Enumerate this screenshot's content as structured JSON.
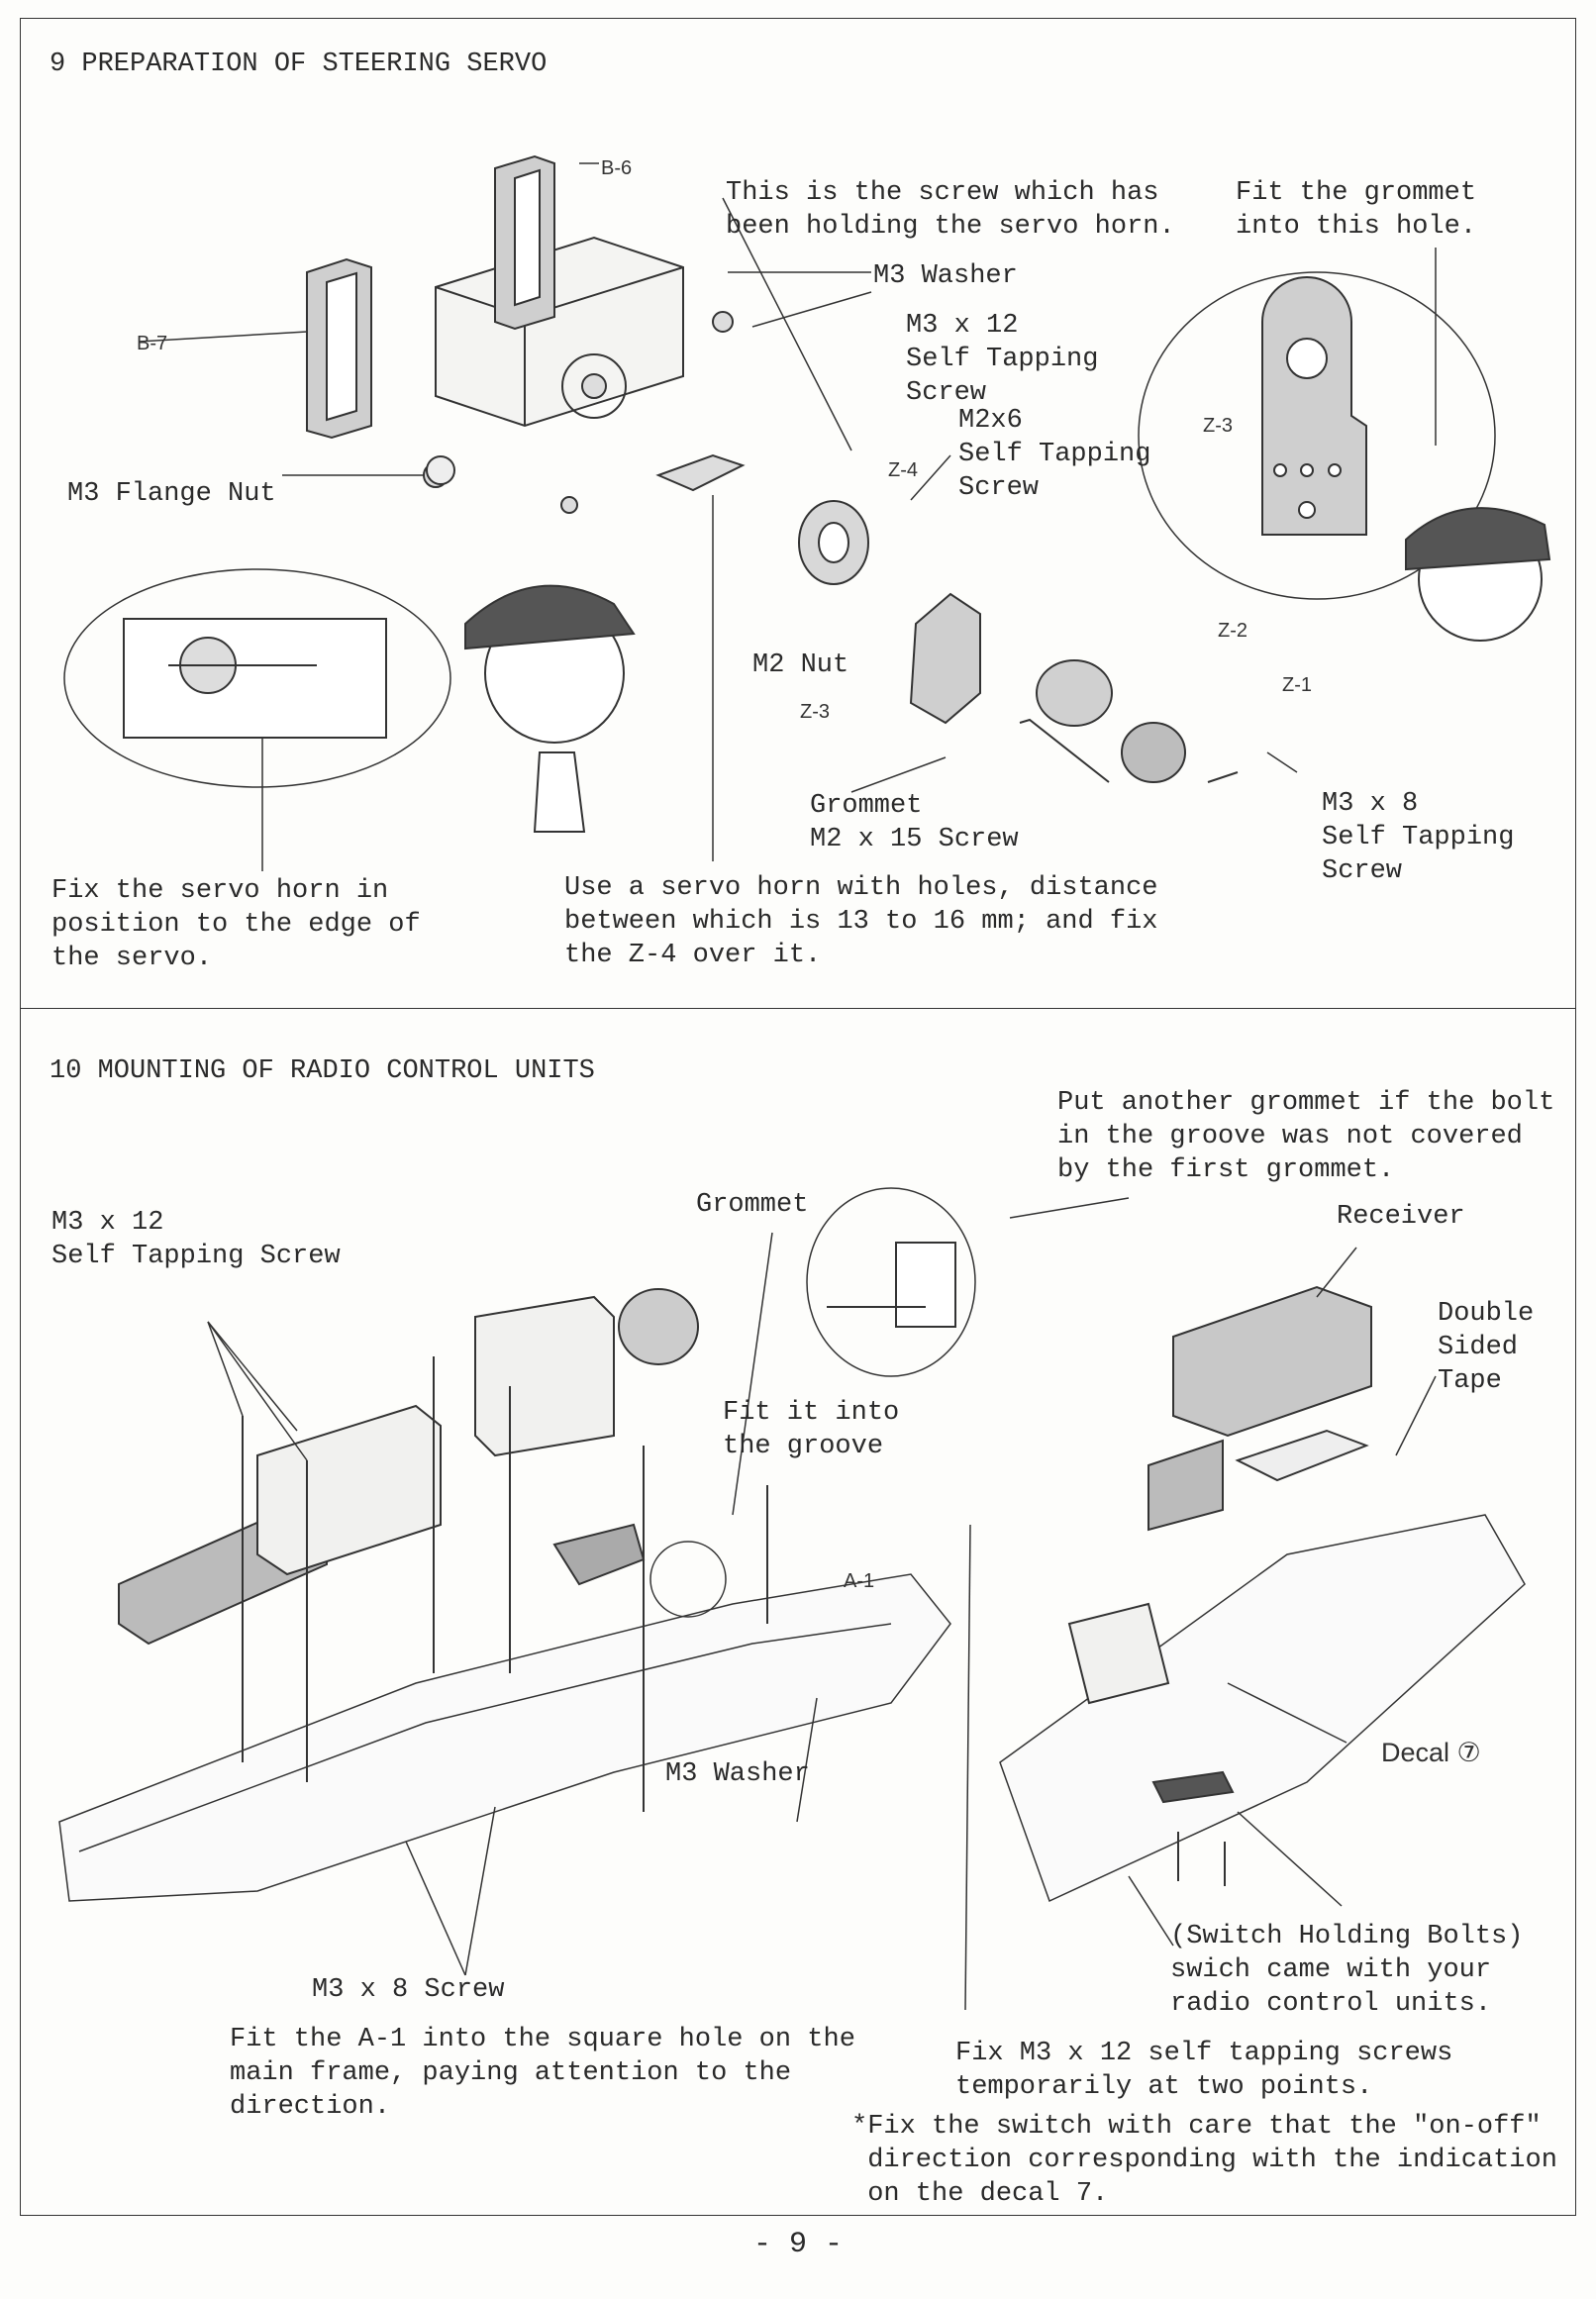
{
  "section9": {
    "title": "9 PREPARATION OF STEERING SERVO",
    "callout_screw": [
      "This is the screw which has",
      "been holding the servo horn."
    ],
    "callout_grommet_hole": [
      "Fit the grommet",
      "into this hole."
    ],
    "label_m3_washer": "M3 Washer",
    "label_m3x12": [
      "M3 x 12",
      "Self Tapping",
      "Screw"
    ],
    "label_m2x6": [
      "M2x6",
      "Self Tapping",
      "Screw"
    ],
    "label_m3_flange_nut": "M3 Flange Nut",
    "label_m2_nut": "M2 Nut",
    "label_grommet_m2x15": [
      "Grommet",
      "M2 x 15 Screw"
    ],
    "label_m3x8": [
      "M3 x 8",
      "Self Tapping",
      "Screw"
    ],
    "part_b6": "B-6",
    "part_b7": "B-7",
    "part_z4": "Z-4",
    "part_z3": "Z-3",
    "part_z3_zoom": "Z-3",
    "part_z2": "Z-2",
    "part_z1": "Z-1",
    "note_horn_edge": [
      "Fix the servo horn in",
      "position to the edge of",
      "the servo."
    ],
    "note_horn_holes": [
      "Use a servo horn with holes, distance",
      "between which is 13 to 16 mm; and fix",
      "the Z-4 over it."
    ]
  },
  "section10": {
    "title": "10 MOUNTING OF RADIO CONTROL UNITS",
    "note_another_grommet": [
      "Put another grommet if the bolt",
      "in the groove was not covered",
      "by the first grommet."
    ],
    "label_m3x12": [
      "M3 x 12",
      "Self Tapping Screw"
    ],
    "label_grommet": "Grommet",
    "label_receiver": "Receiver",
    "label_tape": [
      "Double",
      "Sided",
      "Tape"
    ],
    "label_fit_groove": [
      "Fit it into",
      "the groove"
    ],
    "part_a1": "A-1",
    "label_m3_washer": "M3 Washer",
    "label_decal": "Decal ⑦",
    "label_switch_bolts": [
      "(Switch Holding Bolts)",
      "swich came with your",
      "radio control units."
    ],
    "label_m3x8": "M3 x 8 Screw",
    "note_a1": [
      "Fit the A-1 into the square hole on the",
      "main frame, paying attention to the",
      "direction."
    ],
    "note_fix_m3x12": [
      "Fix M3 x 12 self tapping screws",
      "temporarily at two points."
    ],
    "note_switch": [
      "*Fix the switch with care that the \"on-off\"",
      " direction corresponding with the indication",
      " on the decal 7."
    ]
  },
  "page_number": "- 9 -"
}
